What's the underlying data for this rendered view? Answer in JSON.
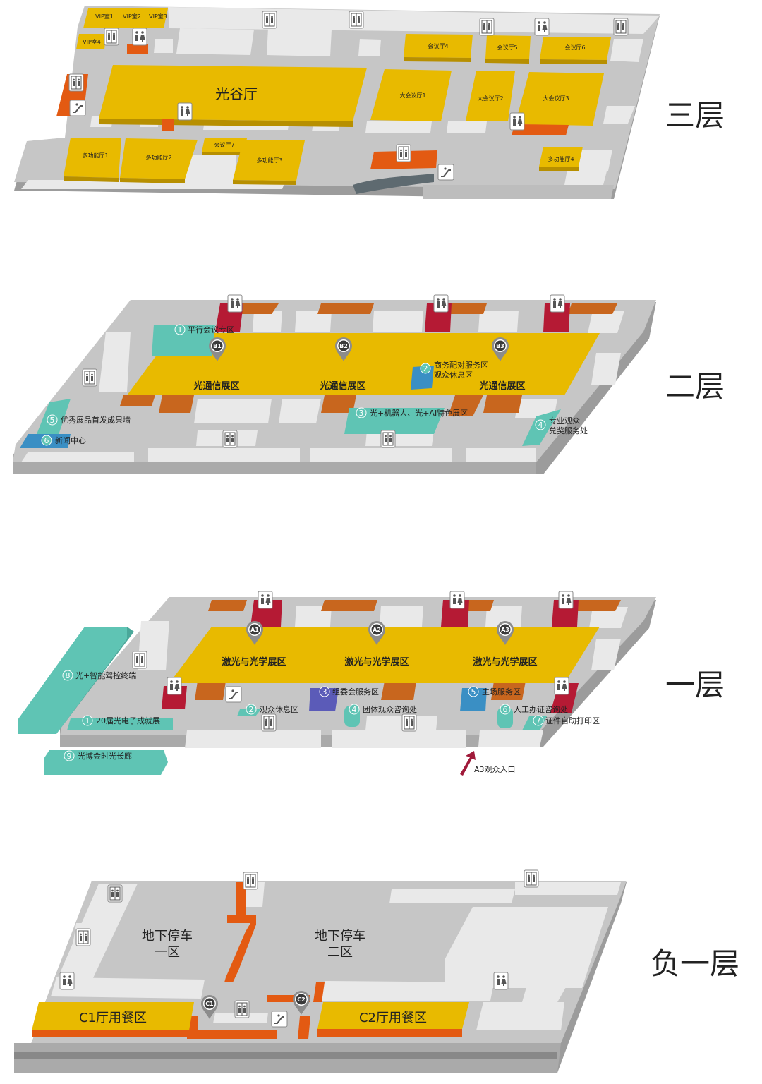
{
  "colors": {
    "floor": "#c6c6c6",
    "floor_side": "#9c9c9c",
    "wall": "#e9e9e9",
    "hall": "#e8ba00",
    "hall_side": "#b78f00",
    "orange": "#e35a12",
    "brown": "#c8661e",
    "red": "#b51a34",
    "teal": "#5fc4b4",
    "blue": "#3a8fc4",
    "purple": "#5b5bb8",
    "ramp": "#5e6a70"
  },
  "floors": {
    "f3": {
      "title": "三层",
      "halls": {
        "guanggu": "光谷厅",
        "vip1": "VIP室1",
        "vip2": "VIP室2",
        "vip3": "VIP室3",
        "vip4": "VIP室4",
        "mr4": "会议厅4",
        "mr5": "会议厅5",
        "mr6": "会议厅6",
        "mr7": "会议厅7",
        "big1": "大会议厅1",
        "big2": "大会议厅2",
        "big3": "大会议厅3",
        "mf1": "多功能厅1",
        "mf2": "多功能厅2",
        "mf3": "多功能厅3",
        "mf4": "多功能厅4"
      }
    },
    "f2": {
      "title": "二层",
      "zone": "光通信展区",
      "pins": [
        "B1",
        "B2",
        "B3"
      ],
      "areas": [
        {
          "n": "1",
          "t": "平行会议专区"
        },
        {
          "n": "2",
          "t": "商务配对服务区",
          "t2": "观众休息区"
        },
        {
          "n": "3",
          "t": "光+机器人、光+AI特色展区"
        },
        {
          "n": "4",
          "t": "专业观众",
          "t2": "兑奖服务处"
        },
        {
          "n": "5",
          "t": "优秀展品首发成果墙"
        },
        {
          "n": "6",
          "t": "新闻中心"
        }
      ]
    },
    "f1": {
      "title": "一层",
      "zone": "激光与光学展区",
      "pins": [
        "A1",
        "A2",
        "A3"
      ],
      "areas": [
        {
          "n": "1",
          "t": "20届光电子成就展"
        },
        {
          "n": "2",
          "t": "观众休息区"
        },
        {
          "n": "3",
          "t": "组委会服务区"
        },
        {
          "n": "4",
          "t": "团体观众咨询处"
        },
        {
          "n": "5",
          "t": "主场服务区"
        },
        {
          "n": "6",
          "t": "人工办证咨询处"
        },
        {
          "n": "7",
          "t": "证件自助打印区"
        },
        {
          "n": "8",
          "t": "光+智能驾控终端"
        },
        {
          "n": "9",
          "t": "光博会时光长廊"
        }
      ],
      "entrance": "A3观众入口"
    },
    "b1": {
      "title": "负一层",
      "park1": [
        "地下停车",
        "一区"
      ],
      "park2": [
        "地下停车",
        "二区"
      ],
      "dining1": "C1厅用餐区",
      "dining2": "C2厅用餐区",
      "pins": [
        "C1",
        "C2"
      ]
    }
  },
  "icons": [
    "elevator-icon",
    "restroom-icon",
    "escalator-icon",
    "location-pin-icon",
    "arrow-up-icon"
  ]
}
